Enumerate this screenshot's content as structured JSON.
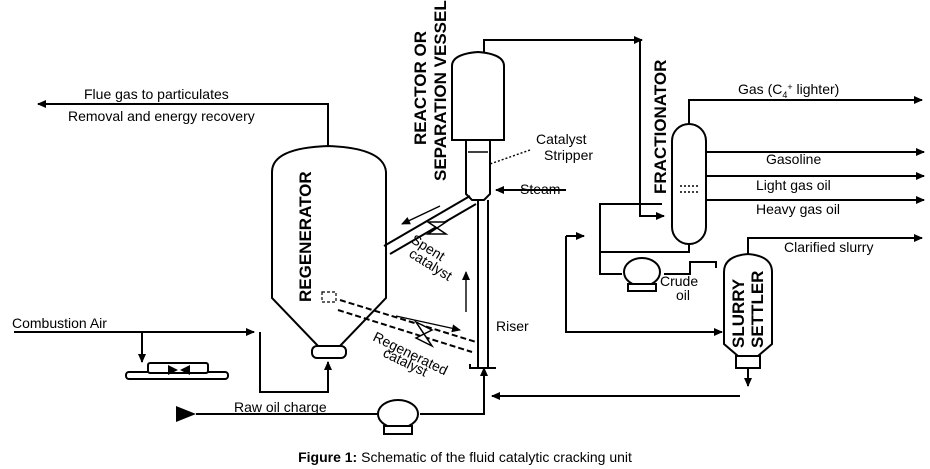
{
  "labels": {
    "flue_gas": "Flue gas to particulates",
    "removal": "Removal and energy recovery",
    "reactor_line1": "REACTOR OR",
    "reactor_line2": "SEPARATION VESSEL",
    "catalyst_stripper_1": "Catalyst",
    "catalyst_stripper_2": "Stripper",
    "steam": "Steam",
    "fractionator": "FRACTIONATOR",
    "gas_main": "Gas (C",
    "gas_sub": "4",
    "gas_sup": "+",
    "gas_tail": " lighter)",
    "gasoline": "Gasoline",
    "light_gas_oil": "Light gas oil",
    "heavy_gas_oil": "Heavy gas oil",
    "clarified_slurry": "Clarified slurry",
    "regenerator": "REGENERATOR",
    "spent_catalyst_1": "Spent",
    "spent_catalyst_2": "catalyst",
    "regenerated_catalyst_1": "Regenerated",
    "regenerated_catalyst_2": "catalyst",
    "riser": "Riser",
    "crude_oil_1": "Crude",
    "crude_oil_2": "oil",
    "slurry_1": "SLURRY",
    "slurry_2": "SETTLER",
    "combustion_air": "Combustion Air",
    "raw_oil_charge": "Raw oil charge"
  },
  "caption": {
    "prefix": "Figure 1:",
    "text": " Schematic of the fluid catalytic cracking unit"
  }
}
